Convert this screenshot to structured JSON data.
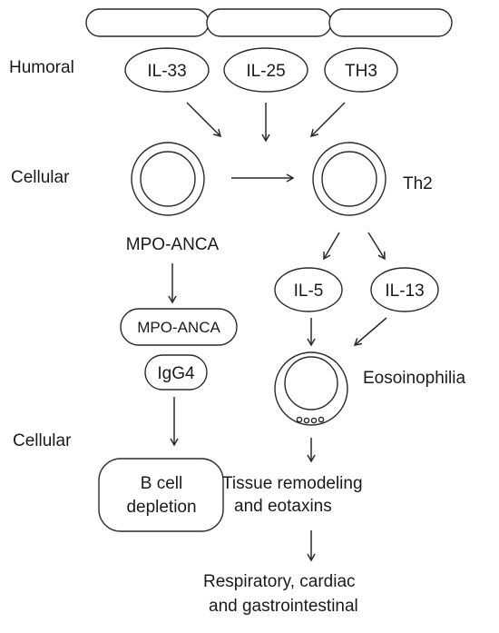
{
  "cells": {
    "epithelium_count": 3
  },
  "labels": {
    "humoral": "Humoral",
    "cellular_top": "Cellular",
    "cellular_bottom": "Cellular",
    "il33": "IL-33",
    "il25": "IL-25",
    "th3": "TH3",
    "th2": "Th2",
    "mpo_anca_cell": "MPO-ANCA",
    "mpo_anca_pill": "MPO-ANCA",
    "igg4": "IgG4",
    "bcell_line1": "B cell",
    "bcell_line2": "depletion",
    "il5": "IL-5",
    "il13": "IL-13",
    "eosinophilia": "Eosoinophilia",
    "tissue_line1": "Tissue remodeling",
    "tissue_line2": "and eotaxins",
    "outcome_line1": "Respiratory, cardiac",
    "outcome_line2": "and gastrointestinal"
  },
  "colors": {
    "stroke": "#2a2a2a",
    "text": "#1a1a1a",
    "background": "#ffffff"
  }
}
